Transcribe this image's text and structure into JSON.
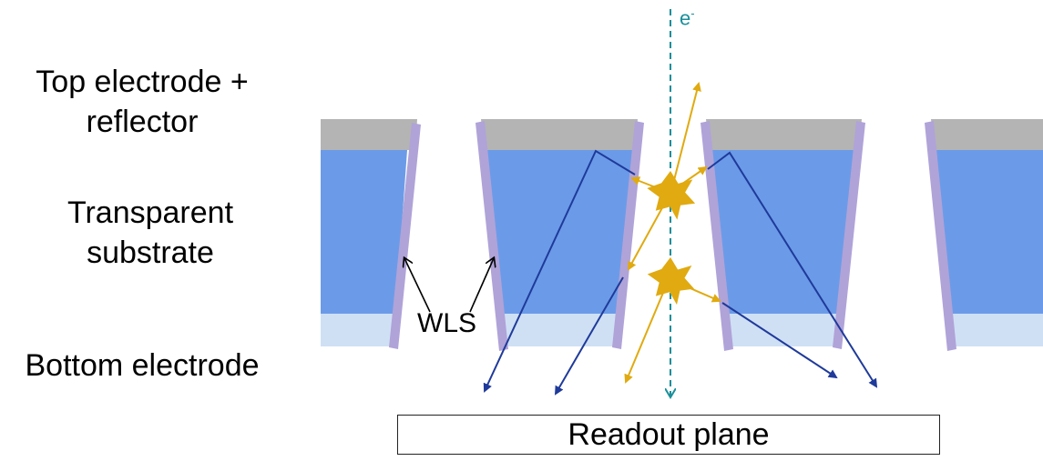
{
  "labels": {
    "top_electrode_line1": "Top electrode +",
    "top_electrode_line2": "reflector",
    "substrate_line1": "Transparent",
    "substrate_line2": "substrate",
    "bottom_electrode": "Bottom electrode",
    "wls": "WLS",
    "readout_plane": "Readout plane",
    "electron": "e",
    "electron_charge": "-"
  },
  "colors": {
    "reflector": "#b4b4b4",
    "substrate": "#6b9be8",
    "bottom_electrode": "#cfe0f5",
    "wls": "#b0a3d8",
    "photon_blue": "#1f3a9a",
    "photon_yellow": "#e0aa10",
    "electron_track": "#1a8f9a",
    "label_arrow": "#000000"
  }
}
